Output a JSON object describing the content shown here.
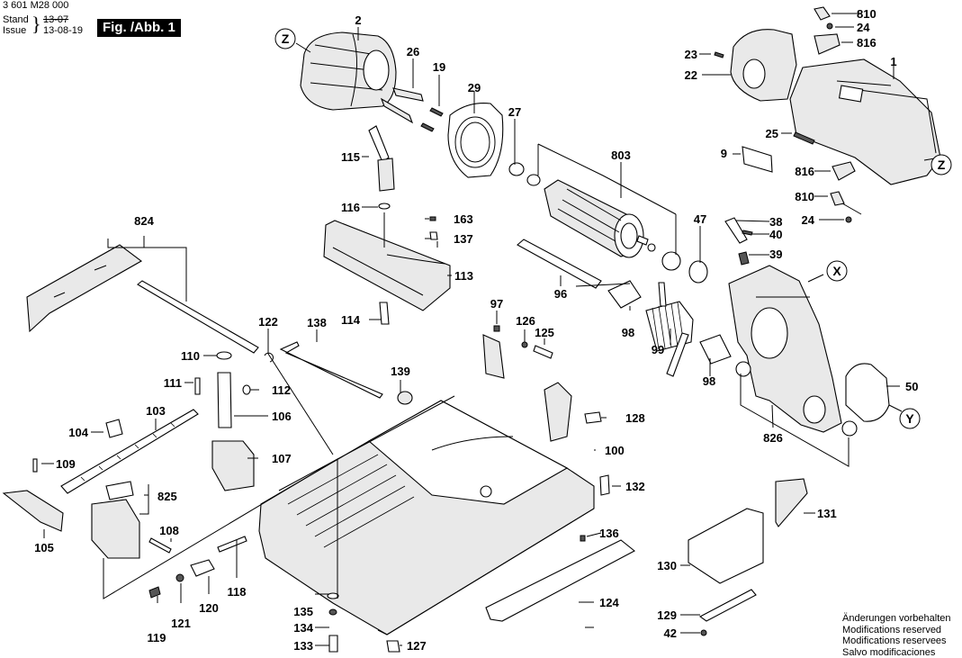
{
  "header": {
    "part_number": "3 601 M28 000",
    "stand_label": "Stand",
    "issue_label": "Issue",
    "stand_date": "13-07",
    "issue_date": "13-08-19",
    "figure_label": "Fig. /Abb. 1"
  },
  "footer": {
    "lines": [
      "Änderungen vorbehalten",
      "Modifications reserved",
      "Modifications reservees",
      "Salvo modificaciones"
    ]
  },
  "reference_markers": {
    "z_left": "Z",
    "z_right": "Z",
    "x": "X",
    "y": "Y"
  },
  "callouts": {
    "p1": "1",
    "p2": "2",
    "p9": "9",
    "p19": "19",
    "p22": "22",
    "p23": "23",
    "p24a": "24",
    "p24b": "24",
    "p25": "25",
    "p26": "26",
    "p27": "27",
    "p29": "29",
    "p38": "38",
    "p39": "39",
    "p40": "40",
    "p42": "42",
    "p47": "47",
    "p50": "50",
    "p96": "96",
    "p97": "97",
    "p98a": "98",
    "p98b": "98",
    "p99": "99",
    "p100": "100",
    "p103": "103",
    "p104": "104",
    "p105": "105",
    "p106": "106",
    "p107": "107",
    "p108": "108",
    "p109": "109",
    "p110": "110",
    "p111": "111",
    "p112": "112",
    "p113": "113",
    "p114": "114",
    "p115": "115",
    "p116": "116",
    "p118": "118",
    "p119": "119",
    "p120": "120",
    "p121": "121",
    "p122": "122",
    "p124": "124",
    "p125": "125",
    "p126": "126",
    "p127": "127",
    "p128": "128",
    "p129": "129",
    "p130": "130",
    "p131": "131",
    "p132": "132",
    "p133": "133",
    "p134": "134",
    "p135": "135",
    "p136": "136",
    "p137": "137",
    "p138": "138",
    "p139": "139",
    "p163": "163",
    "p803": "803",
    "p810a": "810",
    "p810b": "810",
    "p816a": "816",
    "p816b": "816",
    "p824": "824",
    "p825": "825",
    "p826": "826"
  }
}
